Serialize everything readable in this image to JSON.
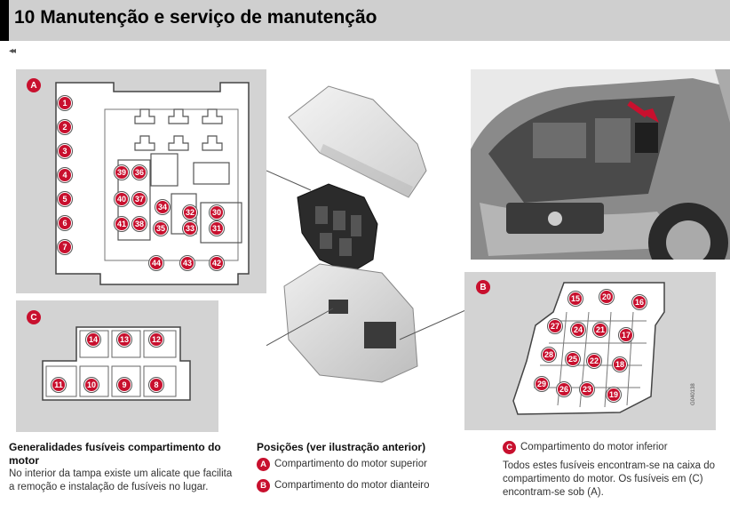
{
  "header": {
    "title": "10 Manutenção e serviço de manutenção"
  },
  "nav": {
    "back": "◂◂"
  },
  "diagram": {
    "panel_a": {
      "label": "A",
      "left_fuses": [
        "1",
        "2",
        "3",
        "4",
        "5",
        "6",
        "7"
      ],
      "relays_left": [
        "39",
        "36",
        "40",
        "37",
        "41",
        "38"
      ],
      "relays_mid": [
        "34",
        "35",
        "32",
        "33",
        "30",
        "31"
      ],
      "bottom_fuses": [
        "44",
        "43",
        "42"
      ]
    },
    "panel_b": {
      "label": "B",
      "fuses": [
        "15",
        "20",
        "16",
        "27",
        "24",
        "21",
        "17",
        "28",
        "25",
        "22",
        "18",
        "29",
        "26",
        "23",
        "19"
      ]
    },
    "panel_c": {
      "label": "C",
      "top_row": [
        "14",
        "13",
        "12"
      ],
      "bottom_row": [
        "11",
        "10",
        "9",
        "8"
      ]
    },
    "image_code": "G040138"
  },
  "text": {
    "col1": {
      "heading": "Generalidades fusíveis compartimento do motor",
      "body": "No interior da tampa existe um alicate que facilita a remoção e instalação de fusíveis no lugar."
    },
    "col2": {
      "heading": "Posições (ver ilustração anterior)",
      "items": [
        {
          "badge": "A",
          "label": "Compartimento do motor superior"
        },
        {
          "badge": "B",
          "label": "Compartimento do motor dianteiro"
        }
      ]
    },
    "col3": {
      "badge": "C",
      "item_label": "Compartimento do motor inferior",
      "body": "Todos estes fusíveis encontram-se na caixa do compartimento do motor. Os fusíveis em (C) encontram-se sob (A)."
    }
  },
  "colors": {
    "accent": "#c8102e",
    "panel": "#d3d3d3",
    "header": "#cfcfcf"
  }
}
